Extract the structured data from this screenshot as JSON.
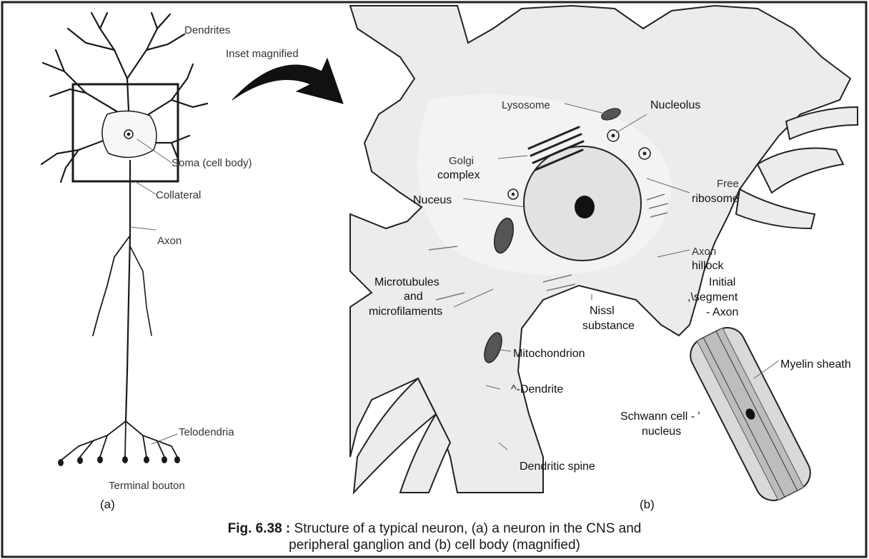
{
  "diagram": {
    "panel_a": {
      "dendrites": "Dendrites",
      "soma": "Soma (cell body)",
      "collateral": "Collateral",
      "axon": "Axon",
      "telodendria": "Telodendria",
      "terminal_bouton": "Terminal bouton",
      "panel_label": "(a)"
    },
    "inset_label": "Inset magnified",
    "panel_b": {
      "lysosome": "Lysosome",
      "nucleolus": "Nucleolus",
      "golgi_line1": "Golgi",
      "golgi_line2": "complex",
      "nucleus": "Nuceus",
      "free_ribosome_line1": "Free",
      "free_ribosome_line2": "ribosome",
      "axon_hillock_line1": "Axon",
      "axon_hillock_line2": "hillock",
      "initial_segment_line1": "Initial",
      "initial_segment_line2": ",\\segment",
      "initial_segment_line3": "- Axon",
      "microtubules_line1": "Microtubules",
      "microtubules_line2": "and",
      "microtubules_line3": "microfilaments",
      "nissl_line1": "Nissl",
      "nissl_line2": "substance",
      "mitochondrion": "Mitochondrion",
      "myelin_sheath": "Myelin sheath",
      "dendrite": "^-Dendrite",
      "schwann_line1": "Schwann cell - '",
      "schwann_line2": "nucleus",
      "dendritic_spine": "Dendritic spine",
      "panel_label": "(b)"
    },
    "caption": {
      "fig_number": "Fig. 6.38 :",
      "line1": "Structure of a typical neuron, (a) a neuron in the CNS and",
      "line2": "peripheral ganglion and (b) cell body (magnified)"
    }
  }
}
